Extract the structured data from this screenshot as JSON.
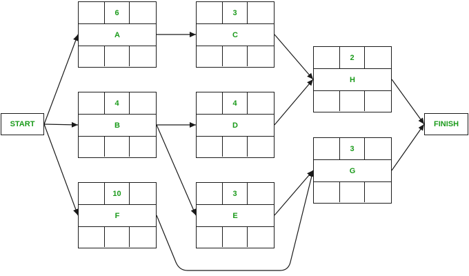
{
  "diagram": {
    "start_label": "START",
    "finish_label": "FINISH",
    "colors": {
      "text": "#1a9a1a",
      "line": "#1a1a1a"
    },
    "nodes": {
      "A": {
        "name": "A",
        "duration": "6"
      },
      "B": {
        "name": "B",
        "duration": "4"
      },
      "F": {
        "name": "F",
        "duration": "10"
      },
      "C": {
        "name": "C",
        "duration": "3"
      },
      "D": {
        "name": "D",
        "duration": "4"
      },
      "E": {
        "name": "E",
        "duration": "3"
      },
      "H": {
        "name": "H",
        "duration": "2"
      },
      "G": {
        "name": "G",
        "duration": "3"
      }
    },
    "edges": [
      [
        "START",
        "A"
      ],
      [
        "START",
        "B"
      ],
      [
        "START",
        "F"
      ],
      [
        "A",
        "C"
      ],
      [
        "B",
        "D"
      ],
      [
        "B",
        "E"
      ],
      [
        "C",
        "H"
      ],
      [
        "D",
        "H"
      ],
      [
        "E",
        "G"
      ],
      [
        "F",
        "G"
      ],
      [
        "H",
        "FINISH"
      ],
      [
        "G",
        "FINISH"
      ]
    ]
  }
}
